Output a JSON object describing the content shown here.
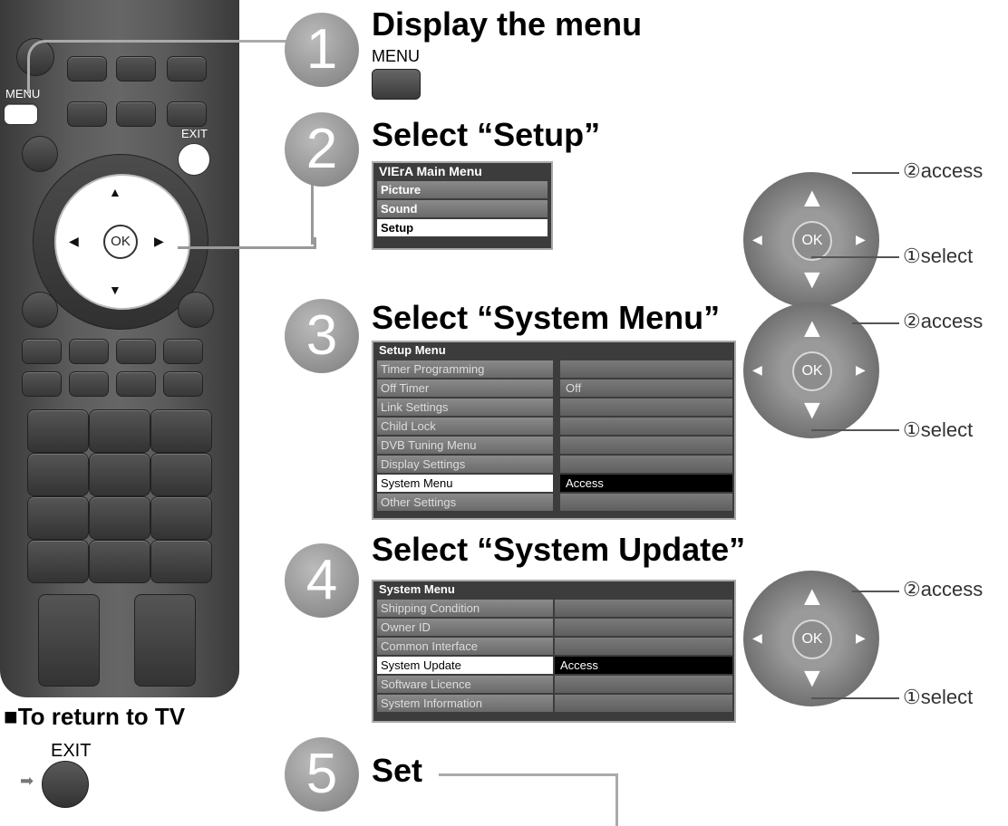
{
  "remote": {
    "menu_label": "MENU",
    "exit_label": "EXIT",
    "ok_label": "OK",
    "up_arrow": "▲",
    "down_arrow": "▼",
    "left_arrow": "◀",
    "right_arrow": "▶"
  },
  "return_to_tv": {
    "title": "■To return to TV",
    "exit_label": "EXIT",
    "arrow": "➡"
  },
  "steps": [
    {
      "number": "1",
      "title": "Display the menu",
      "button_label": "MENU"
    },
    {
      "number": "2",
      "title": "Select “Setup”"
    },
    {
      "number": "3",
      "title": "Select “System Menu”"
    },
    {
      "number": "4",
      "title": "Select “System Update”"
    },
    {
      "number": "5",
      "title": "Set"
    }
  ],
  "main_menu": {
    "title": "VIErA Main Menu",
    "items": [
      "Picture",
      "Sound",
      "Setup"
    ],
    "selected": "Setup"
  },
  "setup_menu": {
    "title": "Setup Menu",
    "rows": [
      {
        "label": "Timer Programming",
        "value": ""
      },
      {
        "label": "Off Timer",
        "value": "Off"
      },
      {
        "label": "Link Settings",
        "value": ""
      },
      {
        "label": "Child Lock",
        "value": ""
      },
      {
        "label": "DVB Tuning Menu",
        "value": ""
      },
      {
        "label": "Display Settings",
        "value": ""
      },
      {
        "label": "System Menu",
        "value": "Access"
      },
      {
        "label": "Other Settings",
        "value": ""
      }
    ],
    "selected": "System Menu"
  },
  "system_menu": {
    "title": "System Menu",
    "rows": [
      {
        "label": "Shipping Condition",
        "value": ""
      },
      {
        "label": "Owner ID",
        "value": ""
      },
      {
        "label": "Common Interface",
        "value": ""
      },
      {
        "label": "System Update",
        "value": "Access"
      },
      {
        "label": "Software Licence",
        "value": ""
      },
      {
        "label": "System Information",
        "value": ""
      }
    ],
    "selected": "System Update"
  },
  "nav_pad": {
    "ok_label": "OK",
    "access_label": "②access",
    "select_label": "①select"
  }
}
